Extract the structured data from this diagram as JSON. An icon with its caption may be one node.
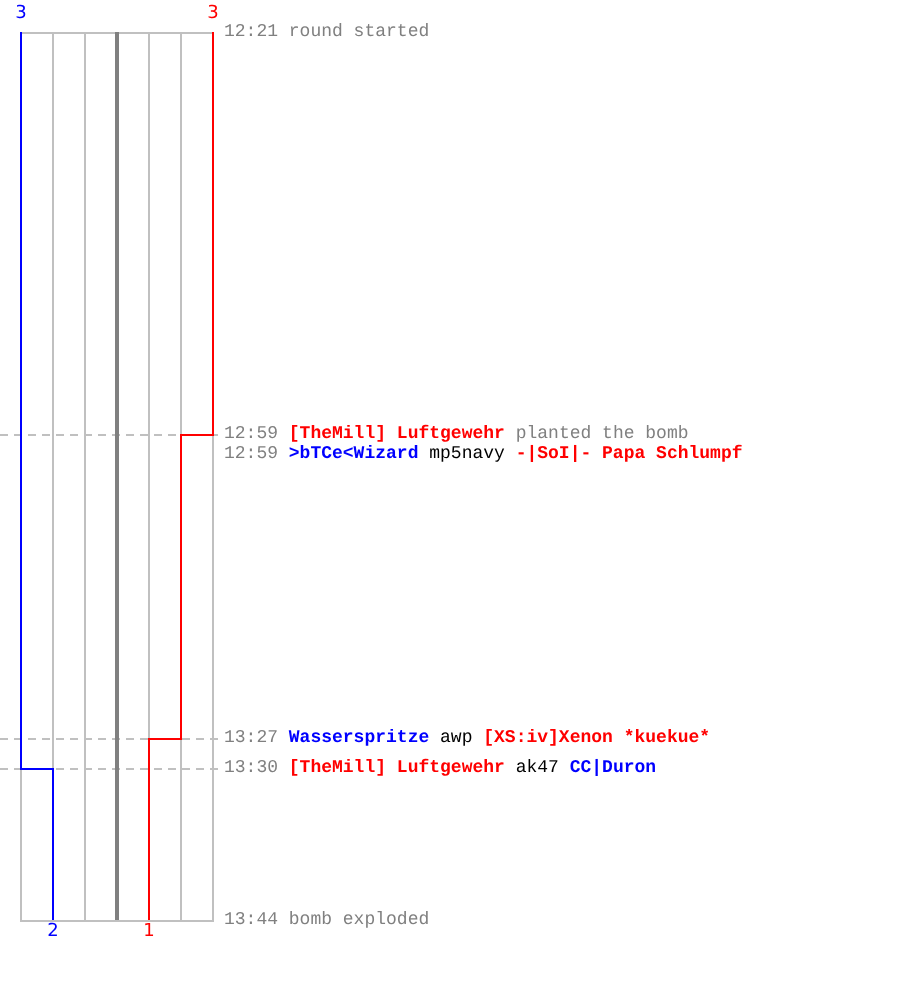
{
  "diagram": {
    "labels": [
      "3",
      "3",
      "12:21",
      "round started",
      "12:59",
      "[TheMill] Luftgewehr",
      "planted the bomb",
      "12:59",
      ">bTCe<Wizard",
      "mp5navy",
      "-|SoI|- Papa Schlumpf",
      "13:27",
      "Wasserspritze",
      "awp",
      "[XS:iv]Xenon *kuekue*",
      "13:30",
      "[TheMill] Luftgewehr",
      "ak47",
      "CC|Duron",
      "13:44",
      "bomb exploded",
      "2",
      "1"
    ]
  }
}
